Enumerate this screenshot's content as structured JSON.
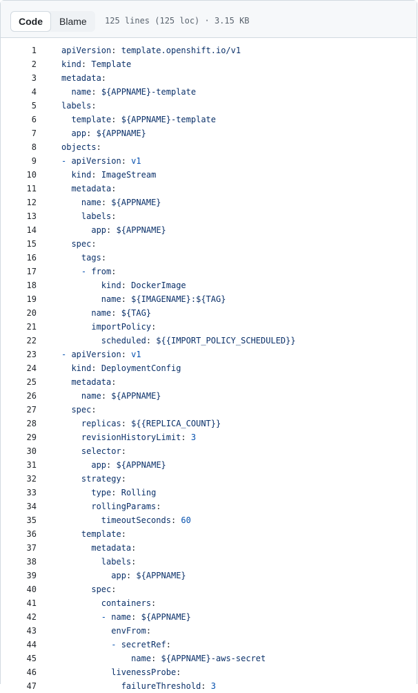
{
  "toolbar": {
    "code_label": "Code",
    "blame_label": "Blame",
    "file_info": "125 lines (125 loc) · 3.15 KB"
  },
  "colors": {
    "key": "#0a3069",
    "string": "#0a3069",
    "number": "#0550ae",
    "dash": "#0550ae",
    "line_number": "#1f2328",
    "header_bg": "#f6f8fa",
    "border": "#d1d9e0"
  },
  "code_lines": [
    {
      "n": "1",
      "indent": 0,
      "dash": false,
      "key": "apiVersion",
      "value": "template.openshift.io/v1",
      "vtype": "str"
    },
    {
      "n": "2",
      "indent": 0,
      "dash": false,
      "key": "kind",
      "value": "Template",
      "vtype": "str"
    },
    {
      "n": "3",
      "indent": 0,
      "dash": false,
      "key": "metadata",
      "value": "",
      "vtype": ""
    },
    {
      "n": "4",
      "indent": 2,
      "dash": false,
      "key": "name",
      "value": "${APPNAME}-template",
      "vtype": "str"
    },
    {
      "n": "5",
      "indent": 0,
      "dash": false,
      "key": "labels",
      "value": "",
      "vtype": ""
    },
    {
      "n": "6",
      "indent": 2,
      "dash": false,
      "key": "template",
      "value": "${APPNAME}-template",
      "vtype": "str"
    },
    {
      "n": "7",
      "indent": 2,
      "dash": false,
      "key": "app",
      "value": "${APPNAME}",
      "vtype": "str"
    },
    {
      "n": "8",
      "indent": 0,
      "dash": false,
      "key": "objects",
      "value": "",
      "vtype": ""
    },
    {
      "n": "9",
      "indent": 0,
      "dash": true,
      "key": "apiVersion",
      "value": "v1",
      "vtype": "num"
    },
    {
      "n": "10",
      "indent": 2,
      "dash": false,
      "key": "kind",
      "value": "ImageStream",
      "vtype": "str"
    },
    {
      "n": "11",
      "indent": 2,
      "dash": false,
      "key": "metadata",
      "value": "",
      "vtype": ""
    },
    {
      "n": "12",
      "indent": 4,
      "dash": false,
      "key": "name",
      "value": "${APPNAME}",
      "vtype": "str"
    },
    {
      "n": "13",
      "indent": 4,
      "dash": false,
      "key": "labels",
      "value": "",
      "vtype": ""
    },
    {
      "n": "14",
      "indent": 6,
      "dash": false,
      "key": "app",
      "value": "${APPNAME}",
      "vtype": "str"
    },
    {
      "n": "15",
      "indent": 2,
      "dash": false,
      "key": "spec",
      "value": "",
      "vtype": ""
    },
    {
      "n": "16",
      "indent": 4,
      "dash": false,
      "key": "tags",
      "value": "",
      "vtype": ""
    },
    {
      "n": "17",
      "indent": 4,
      "dash": true,
      "key": "from",
      "value": "",
      "vtype": ""
    },
    {
      "n": "18",
      "indent": 8,
      "dash": false,
      "key": "kind",
      "value": "DockerImage",
      "vtype": "str"
    },
    {
      "n": "19",
      "indent": 8,
      "dash": false,
      "key": "name",
      "value": "${IMAGENAME}:${TAG}",
      "vtype": "str"
    },
    {
      "n": "20",
      "indent": 6,
      "dash": false,
      "key": "name",
      "value": "${TAG}",
      "vtype": "str"
    },
    {
      "n": "21",
      "indent": 6,
      "dash": false,
      "key": "importPolicy",
      "value": "",
      "vtype": ""
    },
    {
      "n": "22",
      "indent": 8,
      "dash": false,
      "key": "scheduled",
      "value": "${{IMPORT_POLICY_SCHEDULED}}",
      "vtype": "str"
    },
    {
      "n": "23",
      "indent": 0,
      "dash": true,
      "key": "apiVersion",
      "value": "v1",
      "vtype": "num"
    },
    {
      "n": "24",
      "indent": 2,
      "dash": false,
      "key": "kind",
      "value": "DeploymentConfig",
      "vtype": "str"
    },
    {
      "n": "25",
      "indent": 2,
      "dash": false,
      "key": "metadata",
      "value": "",
      "vtype": ""
    },
    {
      "n": "26",
      "indent": 4,
      "dash": false,
      "key": "name",
      "value": "${APPNAME}",
      "vtype": "str"
    },
    {
      "n": "27",
      "indent": 2,
      "dash": false,
      "key": "spec",
      "value": "",
      "vtype": ""
    },
    {
      "n": "28",
      "indent": 4,
      "dash": false,
      "key": "replicas",
      "value": "${{REPLICA_COUNT}}",
      "vtype": "str"
    },
    {
      "n": "29",
      "indent": 4,
      "dash": false,
      "key": "revisionHistoryLimit",
      "value": "3",
      "vtype": "num"
    },
    {
      "n": "30",
      "indent": 4,
      "dash": false,
      "key": "selector",
      "value": "",
      "vtype": ""
    },
    {
      "n": "31",
      "indent": 6,
      "dash": false,
      "key": "app",
      "value": "${APPNAME}",
      "vtype": "str"
    },
    {
      "n": "32",
      "indent": 4,
      "dash": false,
      "key": "strategy",
      "value": "",
      "vtype": ""
    },
    {
      "n": "33",
      "indent": 6,
      "dash": false,
      "key": "type",
      "value": "Rolling",
      "vtype": "str"
    },
    {
      "n": "34",
      "indent": 6,
      "dash": false,
      "key": "rollingParams",
      "value": "",
      "vtype": ""
    },
    {
      "n": "35",
      "indent": 8,
      "dash": false,
      "key": "timeoutSeconds",
      "value": "60",
      "vtype": "num"
    },
    {
      "n": "36",
      "indent": 4,
      "dash": false,
      "key": "template",
      "value": "",
      "vtype": ""
    },
    {
      "n": "37",
      "indent": 6,
      "dash": false,
      "key": "metadata",
      "value": "",
      "vtype": ""
    },
    {
      "n": "38",
      "indent": 8,
      "dash": false,
      "key": "labels",
      "value": "",
      "vtype": ""
    },
    {
      "n": "39",
      "indent": 10,
      "dash": false,
      "key": "app",
      "value": "${APPNAME}",
      "vtype": "str"
    },
    {
      "n": "40",
      "indent": 6,
      "dash": false,
      "key": "spec",
      "value": "",
      "vtype": ""
    },
    {
      "n": "41",
      "indent": 8,
      "dash": false,
      "key": "containers",
      "value": "",
      "vtype": ""
    },
    {
      "n": "42",
      "indent": 8,
      "dash": true,
      "key": "name",
      "value": "${APPNAME}",
      "vtype": "str"
    },
    {
      "n": "43",
      "indent": 10,
      "dash": false,
      "key": "envFrom",
      "value": "",
      "vtype": ""
    },
    {
      "n": "44",
      "indent": 10,
      "dash": true,
      "key": "secretRef",
      "value": "",
      "vtype": ""
    },
    {
      "n": "45",
      "indent": 14,
      "dash": false,
      "key": "name",
      "value": "${APPNAME}-aws-secret",
      "vtype": "str"
    },
    {
      "n": "46",
      "indent": 10,
      "dash": false,
      "key": "livenessProbe",
      "value": "",
      "vtype": ""
    },
    {
      "n": "47",
      "indent": 12,
      "dash": false,
      "key": "failureThreshold",
      "value": "3",
      "vtype": "num"
    }
  ]
}
